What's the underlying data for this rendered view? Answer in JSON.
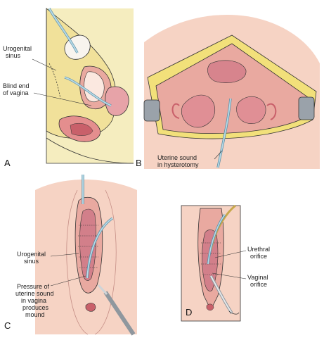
{
  "panels": {
    "a": {
      "letter": "A",
      "labels": {
        "urogenital_sinus_1": "Urogenital",
        "urogenital_sinus_2": "sinus",
        "blind_end_1": "Blind end",
        "blind_end_2": "of vagina"
      }
    },
    "b": {
      "letter": "B",
      "labels": {
        "sound_1": "Uterine sound",
        "sound_2": "in hysterotomy"
      }
    },
    "c": {
      "letter": "C",
      "labels": {
        "urogenital_sinus_1": "Urogenital",
        "urogenital_sinus_2": "sinus",
        "pressure_1": "Pressure of",
        "pressure_2": "uterine sound",
        "pressure_3": "in vagina",
        "pressure_4": "produces",
        "pressure_5": "mound"
      }
    },
    "d": {
      "letter": "D",
      "labels": {
        "urethral_1": "Urethral",
        "urethral_2": "orifice",
        "vaginal_1": "Vaginal",
        "vaginal_2": "orifice"
      }
    }
  },
  "colors": {
    "skin": "#f6d3c4",
    "tissue": "#e9a9a0",
    "yellow": "#f3e9a9",
    "fat": "#f3df7a",
    "pink_dark": "#d9808a",
    "instrument": "#b7dbe8",
    "instrument_dark": "#5e8fa6",
    "line": "#333333",
    "retractor": "#9aa2aa"
  }
}
